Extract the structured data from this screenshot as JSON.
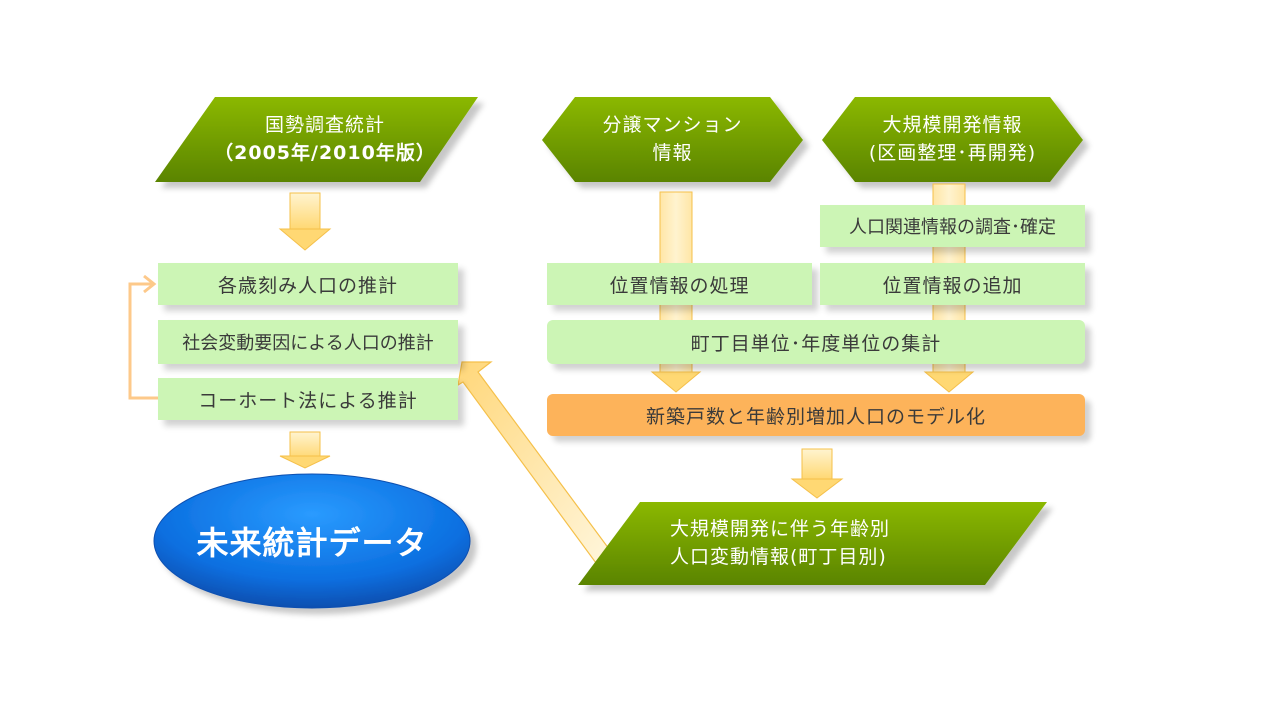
{
  "colors": {
    "green_dark": "#5f8a00",
    "green_light": "#86b300",
    "box_green": "#ccf5b5",
    "orange": "#fdb35a",
    "arrow_fill": "#ffe08a",
    "arrow_stroke": "#f5c04a",
    "feedback_arrow": "#fdc98a",
    "blue": "#0a74e6"
  },
  "sources": {
    "census": {
      "line1": "国勢調査統計",
      "line2": "（2005年/2010年版）"
    },
    "condo": {
      "line1": "分譲マンション",
      "line2": "情報"
    },
    "large_dev": {
      "line1": "大規模開発情報",
      "line2": "(区画整理･再開発)"
    }
  },
  "left_steps": [
    "各歳刻み人口の推計",
    "社会変動要因による人口の推計",
    "コーホート法による推計"
  ],
  "right_steps": {
    "survey": "人口関連情報の調査･確定",
    "location_process": "位置情報の処理",
    "location_add": "位置情報の追加",
    "aggregate": "町丁目単位･年度単位の集計",
    "model": "新築戸数と年齢別増加人口のモデル化"
  },
  "output_dev": {
    "line1": "大規模開発に伴う年齢別",
    "line2": "人口変動情報(町丁目別)"
  },
  "result": {
    "label": "未来統計データ"
  }
}
